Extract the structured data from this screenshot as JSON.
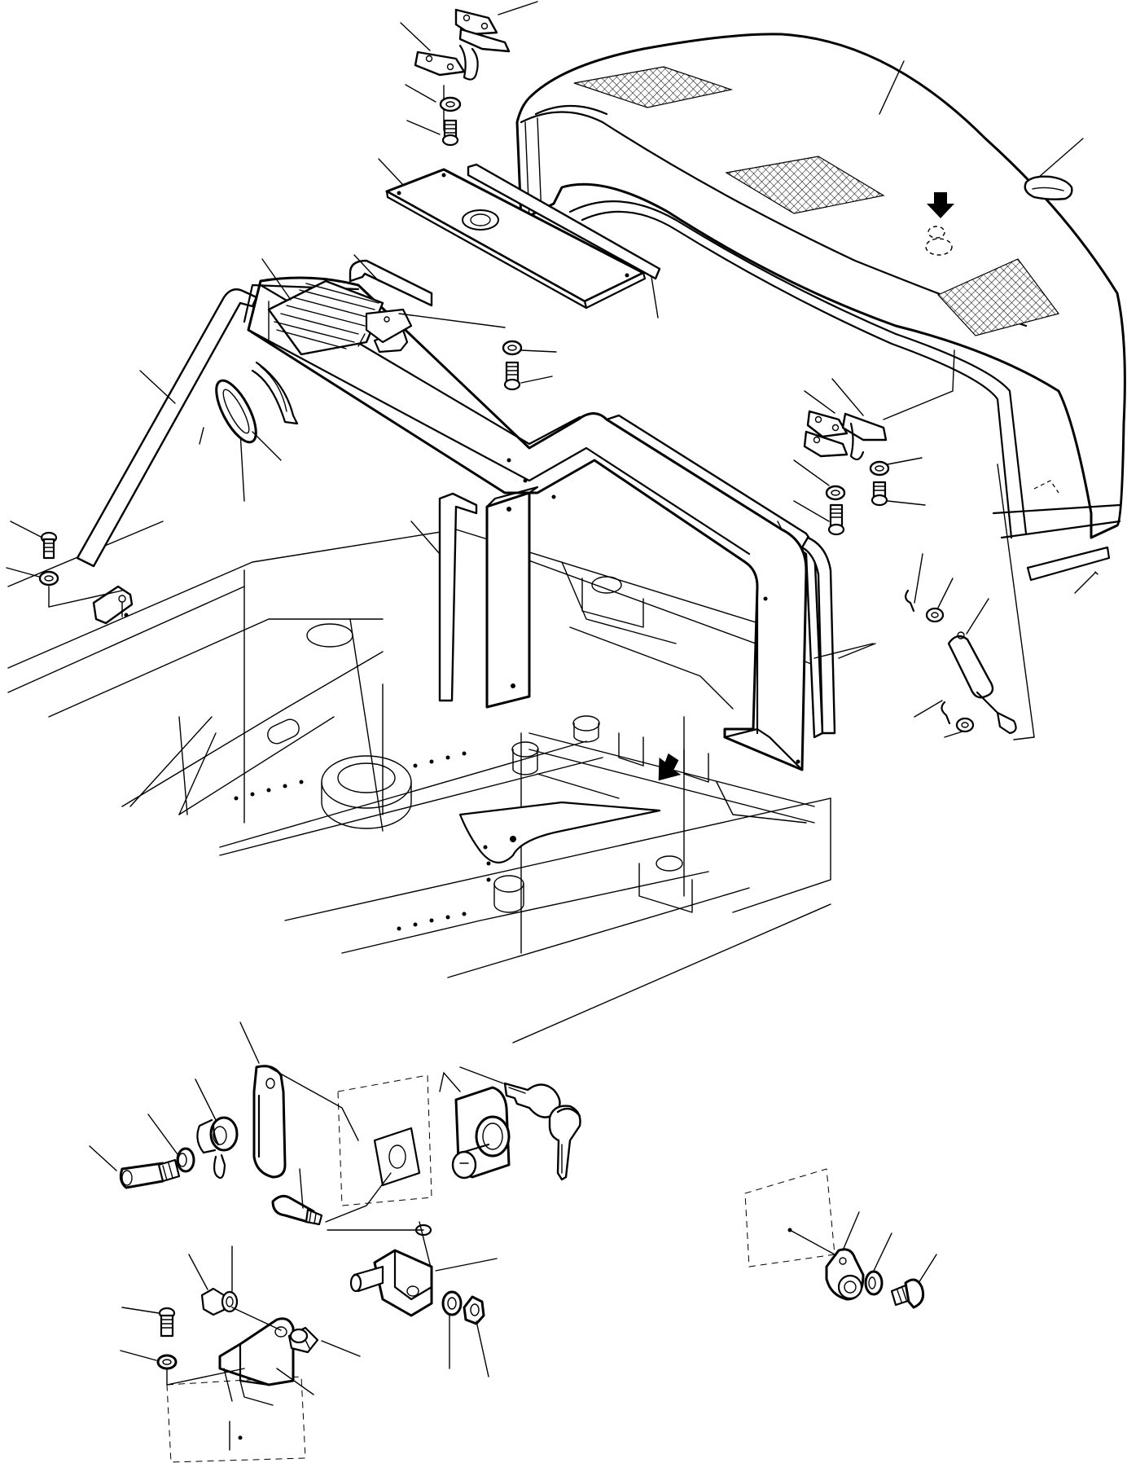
{
  "figure": {
    "kind": "exploded-parts-diagram",
    "labels": [],
    "callout_leaders": 54
  },
  "assemblies": [
    {
      "name": "engine-hood",
      "parts": [
        "hood-cover",
        "mesh-vent-grilles",
        "edge-seal",
        "rubber-plug",
        "gas-spring-strut",
        "hinge-brackets"
      ]
    },
    {
      "name": "side-panel",
      "parts": [
        "side-cover-panel",
        "top-cover-plate",
        "radiator-grille",
        "seal-strips",
        "grommet"
      ]
    },
    {
      "name": "lock-details",
      "parts": [
        "cap-screw",
        "washer",
        "spacer",
        "loop-strap-with-hook",
        "lock-cylinder",
        "keys",
        "latch",
        "stay-bracket"
      ]
    },
    {
      "name": "catch-detail",
      "parts": [
        "catch-eye",
        "washer",
        "bolt"
      ]
    }
  ],
  "icons": [
    "down-arrow-icon",
    "down-arrow-icon"
  ]
}
